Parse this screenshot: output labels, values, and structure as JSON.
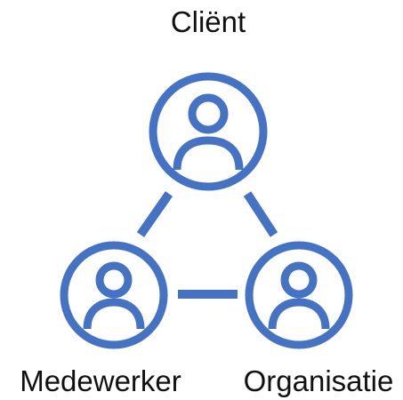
{
  "diagram": {
    "accent_color": "#4472C4",
    "nodes": [
      {
        "id": "client",
        "label": "Cliënt",
        "icon": "person-circle-icon"
      },
      {
        "id": "employee",
        "label": "Medewerker",
        "icon": "person-circle-icon"
      },
      {
        "id": "organisation",
        "label": "Organisatie",
        "icon": "person-circle-icon"
      }
    ],
    "links": [
      {
        "from": "client",
        "to": "employee"
      },
      {
        "from": "client",
        "to": "organisation"
      },
      {
        "from": "employee",
        "to": "organisation"
      }
    ]
  }
}
